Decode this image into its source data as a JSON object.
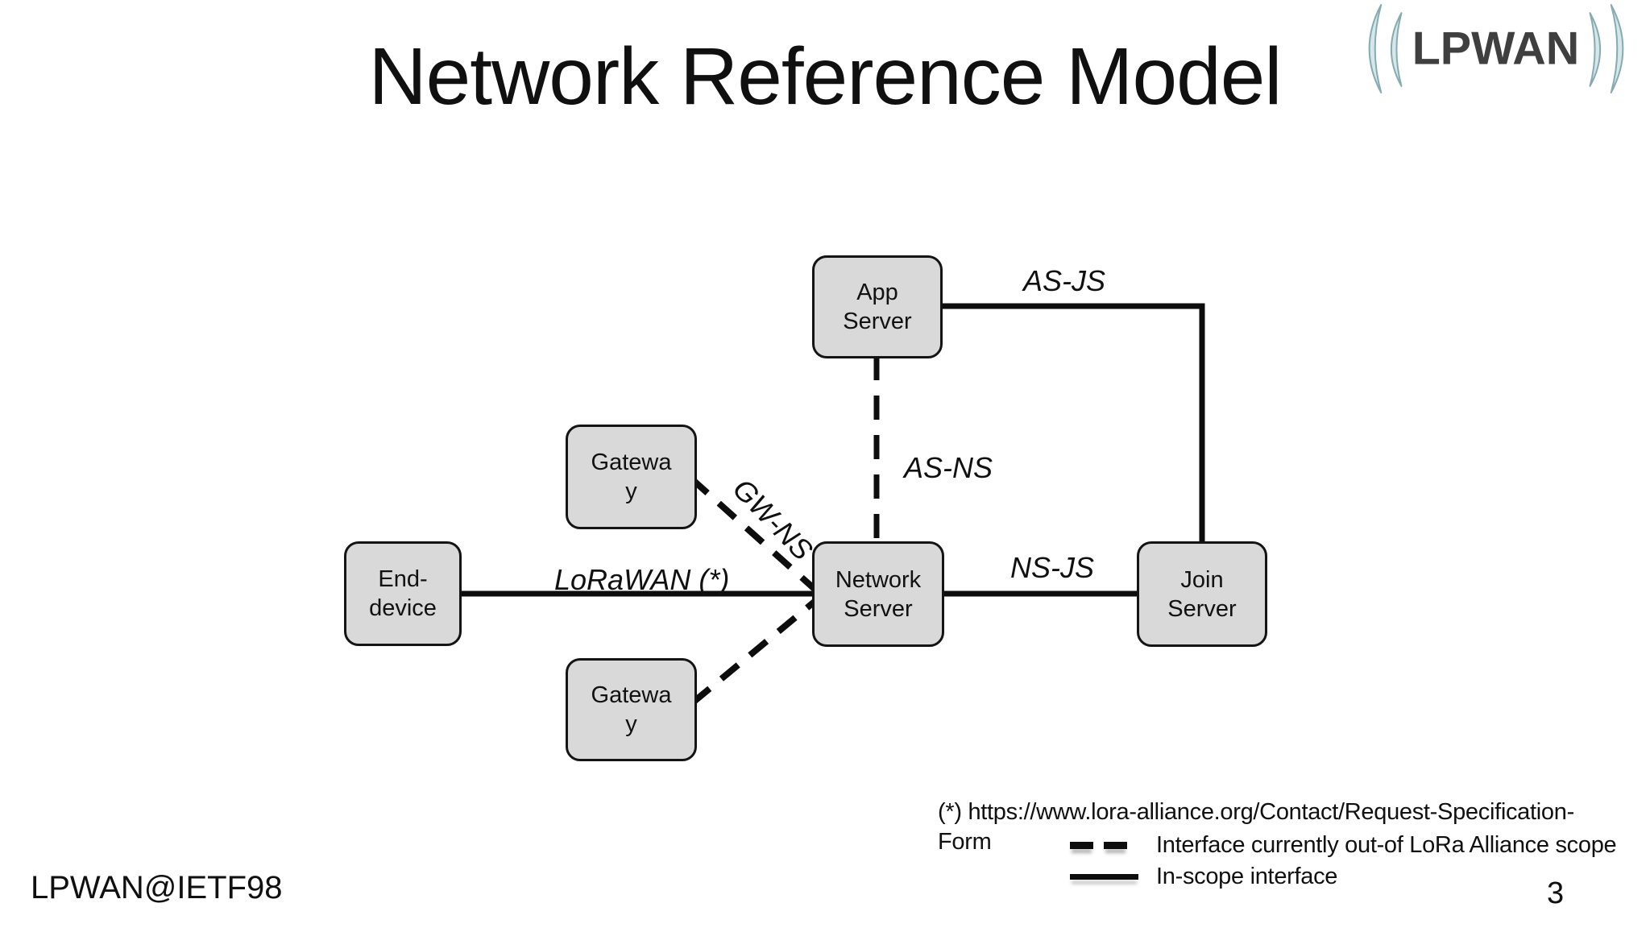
{
  "slide": {
    "title": "Network Reference Model",
    "footer_left": "LPWAN@IETF98",
    "page_number": "3"
  },
  "logo": {
    "text": "LPWAN"
  },
  "nodes": {
    "app_server": {
      "label": "App\nServer"
    },
    "gateway_top": {
      "label": "Gatewa\ny"
    },
    "end_device": {
      "label": "End-\ndevice"
    },
    "network_server": {
      "label": "Network\nServer"
    },
    "join_server": {
      "label": "Join\nServer"
    },
    "gateway_bottom": {
      "label": "Gatewa\ny"
    }
  },
  "edges": {
    "as_js": {
      "label": "AS-JS",
      "style": "solid"
    },
    "as_ns": {
      "label": "AS-NS",
      "style": "dashed"
    },
    "gw_ns": {
      "label": "GW-NS",
      "style": "dashed"
    },
    "ns_js": {
      "label": "NS-JS",
      "style": "solid"
    },
    "lorawan": {
      "label": "LoRaWAN (*)",
      "style": "solid"
    }
  },
  "note": {
    "line1": "(*) https://www.lora-alliance.org/Contact/Request-Specification-",
    "line2": "Form"
  },
  "legend": {
    "dashed_label": "Interface currently out-of LoRa Alliance scope",
    "solid_label": "In-scope interface"
  },
  "colors": {
    "node_fill": "#d9d9d9",
    "node_border": "#141414",
    "line": "#0d0d0d",
    "logo_text": "#3f3f3f",
    "logo_arc_fill": "#d6e7e9",
    "logo_arc_stroke": "#87abb2"
  }
}
